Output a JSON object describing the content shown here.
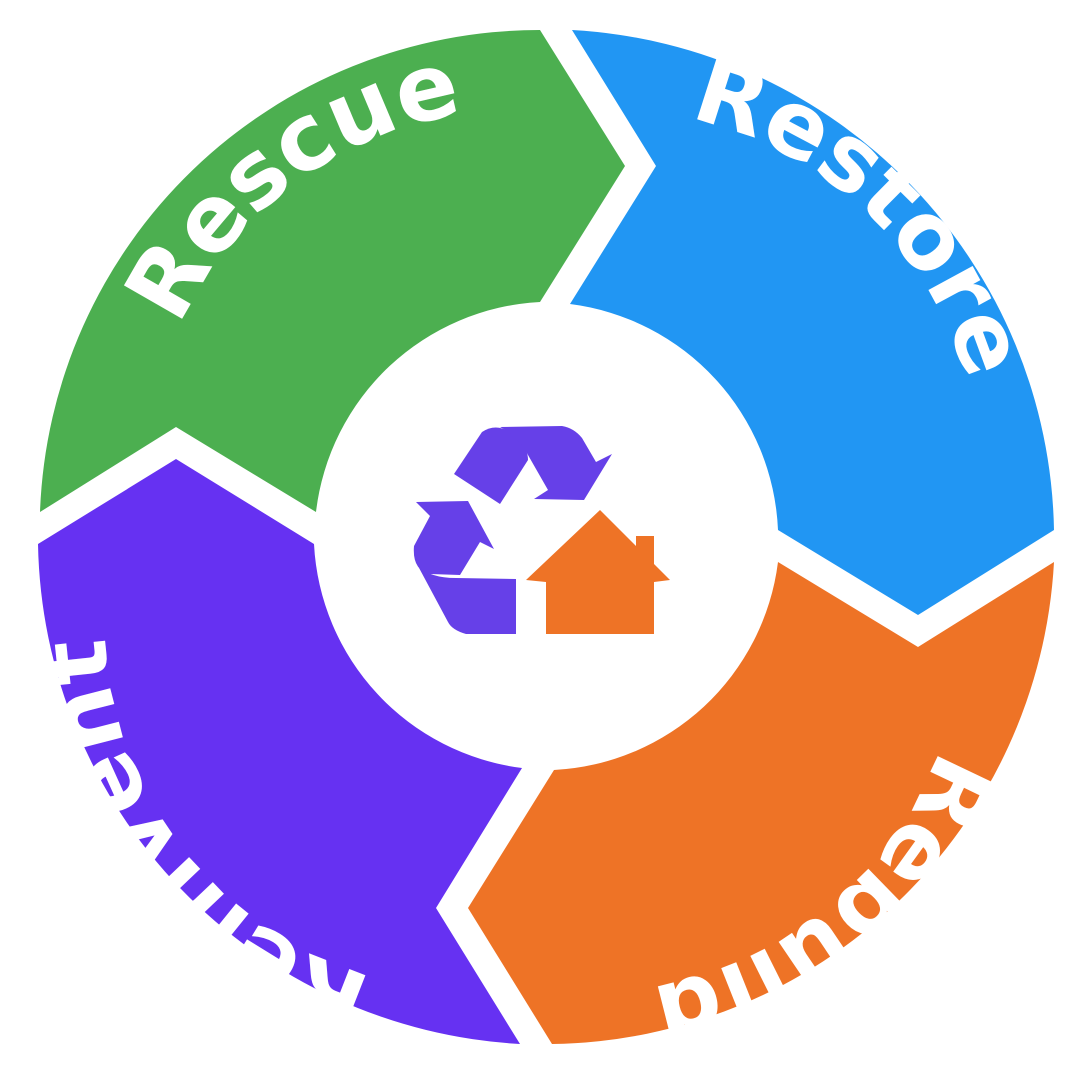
{
  "segments": [
    {
      "id": "rescue",
      "label": "Rescue",
      "color": "#4CAF50"
    },
    {
      "id": "restore",
      "label": "Restore",
      "color": "#2196F3"
    },
    {
      "id": "rebuild",
      "label": "Rebuild",
      "color": "#EE7326"
    },
    {
      "id": "reinvent",
      "label": "Reinvent",
      "color": "#6631F2"
    }
  ],
  "center": {
    "recycle_icon": "recycle-arrows-icon",
    "recycle_color": "#6640E8",
    "house_icon": "house-icon",
    "house_color": "#EE7326"
  }
}
